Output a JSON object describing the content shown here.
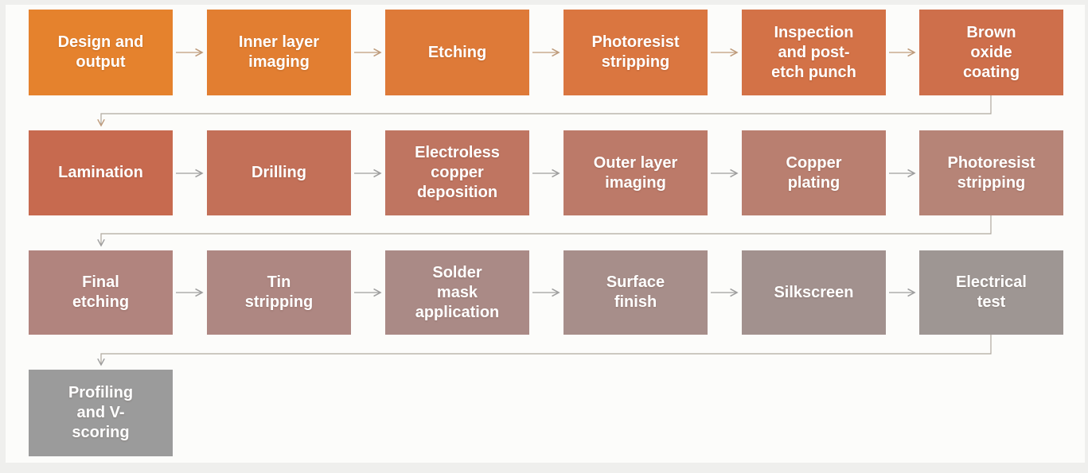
{
  "flow": {
    "rows": [
      {
        "steps": [
          {
            "label": "Design and\noutput",
            "color": "#E5822D"
          },
          {
            "label": "Inner layer\nimaging",
            "color": "#E27E31"
          },
          {
            "label": "Etching",
            "color": "#DE7A38"
          },
          {
            "label": "Photoresist\nstripping",
            "color": "#DA7640"
          },
          {
            "label": "Inspection\nand post-\netch punch",
            "color": "#D37247"
          },
          {
            "label": "Brown\noxide\ncoating",
            "color": "#CE6F4B"
          }
        ]
      },
      {
        "steps": [
          {
            "label": "Lamination",
            "color": "#C76A4F"
          },
          {
            "label": "Drilling",
            "color": "#C37058"
          },
          {
            "label": "Electroless\ncopper\ndeposition",
            "color": "#BF7561"
          },
          {
            "label": "Outer layer\nimaging",
            "color": "#BC7A69"
          },
          {
            "label": "Copper\nplating",
            "color": "#B97F70"
          },
          {
            "label": "Photoresist\nstripping",
            "color": "#B68477"
          }
        ]
      },
      {
        "steps": [
          {
            "label": "Final\netching",
            "color": "#B1847E"
          },
          {
            "label": "Tin\nstripping",
            "color": "#AE8782"
          },
          {
            "label": "Solder\nmask\napplication",
            "color": "#AA8A86"
          },
          {
            "label": "Surface\nfinish",
            "color": "#A78E8A"
          },
          {
            "label": "Silkscreen",
            "color": "#A2918E"
          },
          {
            "label": "Electrical\ntest",
            "color": "#9E9693"
          }
        ]
      },
      {
        "steps": [
          {
            "label": "Profiling\nand V-\nscoring",
            "color": "#9B9B9B"
          }
        ]
      }
    ]
  },
  "styles": {
    "step_text_color": "#FFFFFF",
    "arrow_tan": "#BE9B7B",
    "arrow_gray": "#9E9E9E",
    "connector_gray": "#AFA89E",
    "canvas_bg": "#FCFCFA",
    "frame_edge": "#EFEFED"
  }
}
